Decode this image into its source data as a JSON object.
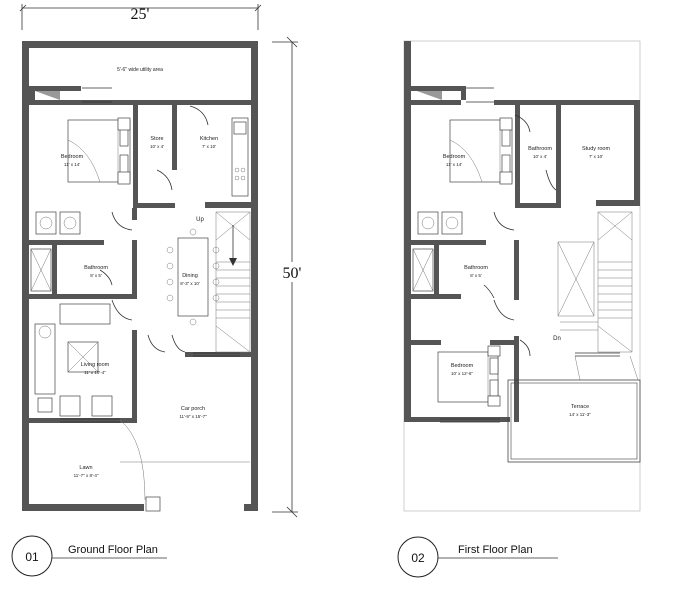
{
  "dimensions": {
    "width": "25'",
    "length": "50'"
  },
  "ground_floor": {
    "number": "01",
    "title": "Ground Floor Plan",
    "rooms": {
      "utility": "5'-6\" wide utility area",
      "bedroom": {
        "name": "Bedroom",
        "size": "11' x 14'"
      },
      "store": {
        "name": "Store",
        "size": "10' x 4'"
      },
      "kitchen": {
        "name": "Kitchen",
        "size": "7' x 10'"
      },
      "bathroom": {
        "name": "Bathroom",
        "size": "8' x 5'"
      },
      "dining": {
        "name": "Dining",
        "size": "8'-3\" x 10'"
      },
      "living": {
        "name": "Living room",
        "size": "11' x 10'-4\""
      },
      "car_porch": {
        "name": "Car porch",
        "size": "11'-9\" x 15'-7\""
      },
      "lawn": {
        "name": "Lawn",
        "size": "11'-7\" x 8'-4\""
      }
    },
    "stair_label": "Up"
  },
  "first_floor": {
    "number": "02",
    "title": "First Floor Plan",
    "rooms": {
      "bedroom": {
        "name": "Bedroom",
        "size": "11' x 14'"
      },
      "bathroom_top": {
        "name": "Bathroom",
        "size": "10' x 4'"
      },
      "study": {
        "name": "Study room",
        "size": "7' x 10'"
      },
      "bathroom": {
        "name": "Bathroom",
        "size": "8' x 5'"
      },
      "bedroom2": {
        "name": "Bedroom",
        "size": "10' x 12'-6\""
      },
      "terrace": {
        "name": "Terrace",
        "size": "14' x 11'-3\""
      }
    },
    "stair_label": "Dn"
  }
}
